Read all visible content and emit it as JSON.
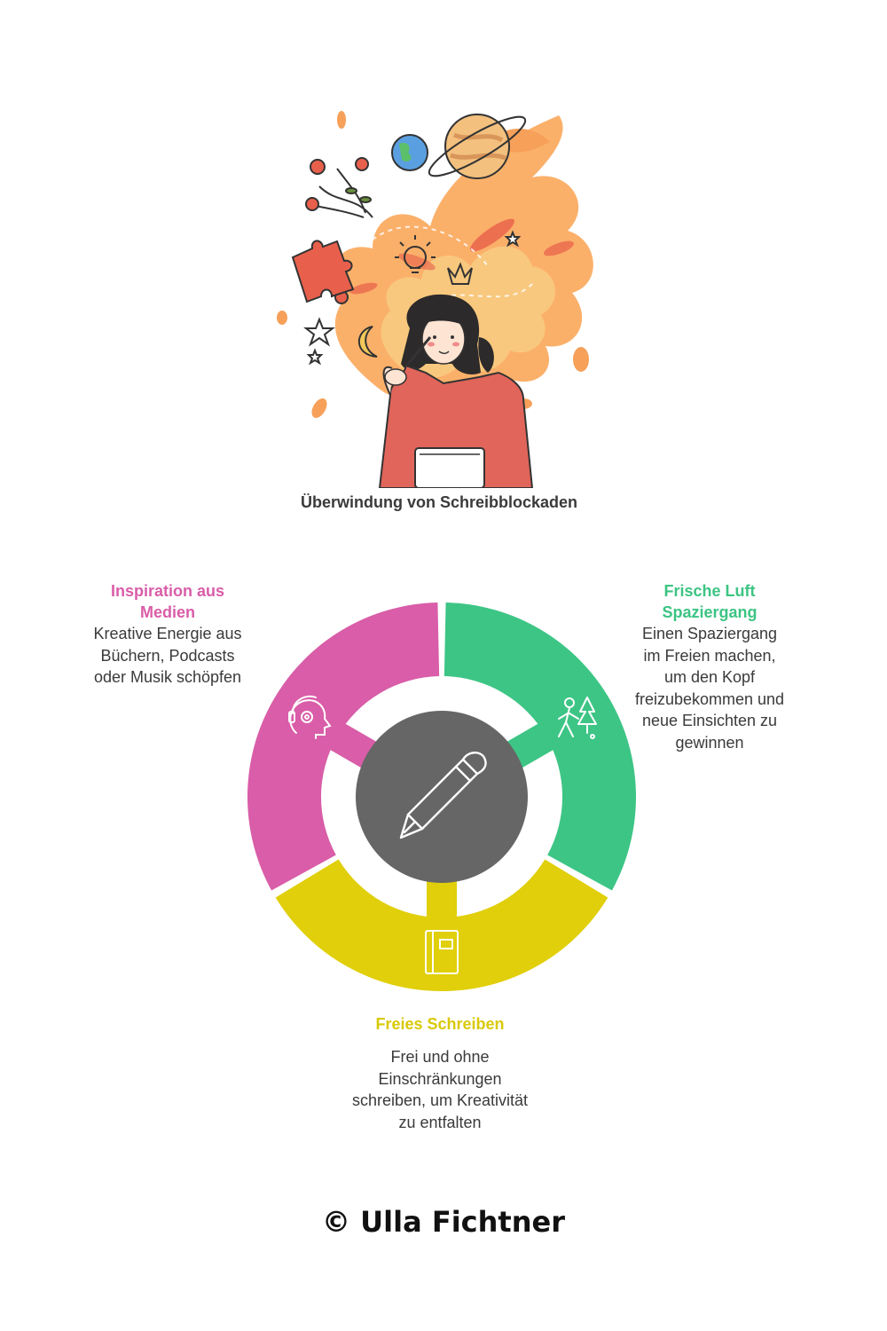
{
  "title": "Überwindung von Schreibblockaden",
  "segments": {
    "media": {
      "title": "Inspiration aus Medien",
      "description": "Kreative Energie aus Büchern, Podcasts oder Musik schöpfen",
      "icon": "headphones-head-icon",
      "color": "#d95da8"
    },
    "fresh_air": {
      "title": "Frische Luft Spaziergang",
      "description": "Einen Spaziergang im Freien machen, um den Kopf freizubekommen und neue Einsichten zu gewinnen",
      "icon": "walking-person-tree-icon",
      "color": "#3dc585"
    },
    "free_writing": {
      "title": "Freies Schreiben",
      "description": "Frei und ohne Einschränkungen schreiben, um Kreativität zu entfalten",
      "icon": "notebook-icon",
      "color": "#e0cf0a"
    }
  },
  "center": {
    "icon": "pen-icon",
    "color": "#666666"
  },
  "copyright": "© Ulla Fichtner"
}
